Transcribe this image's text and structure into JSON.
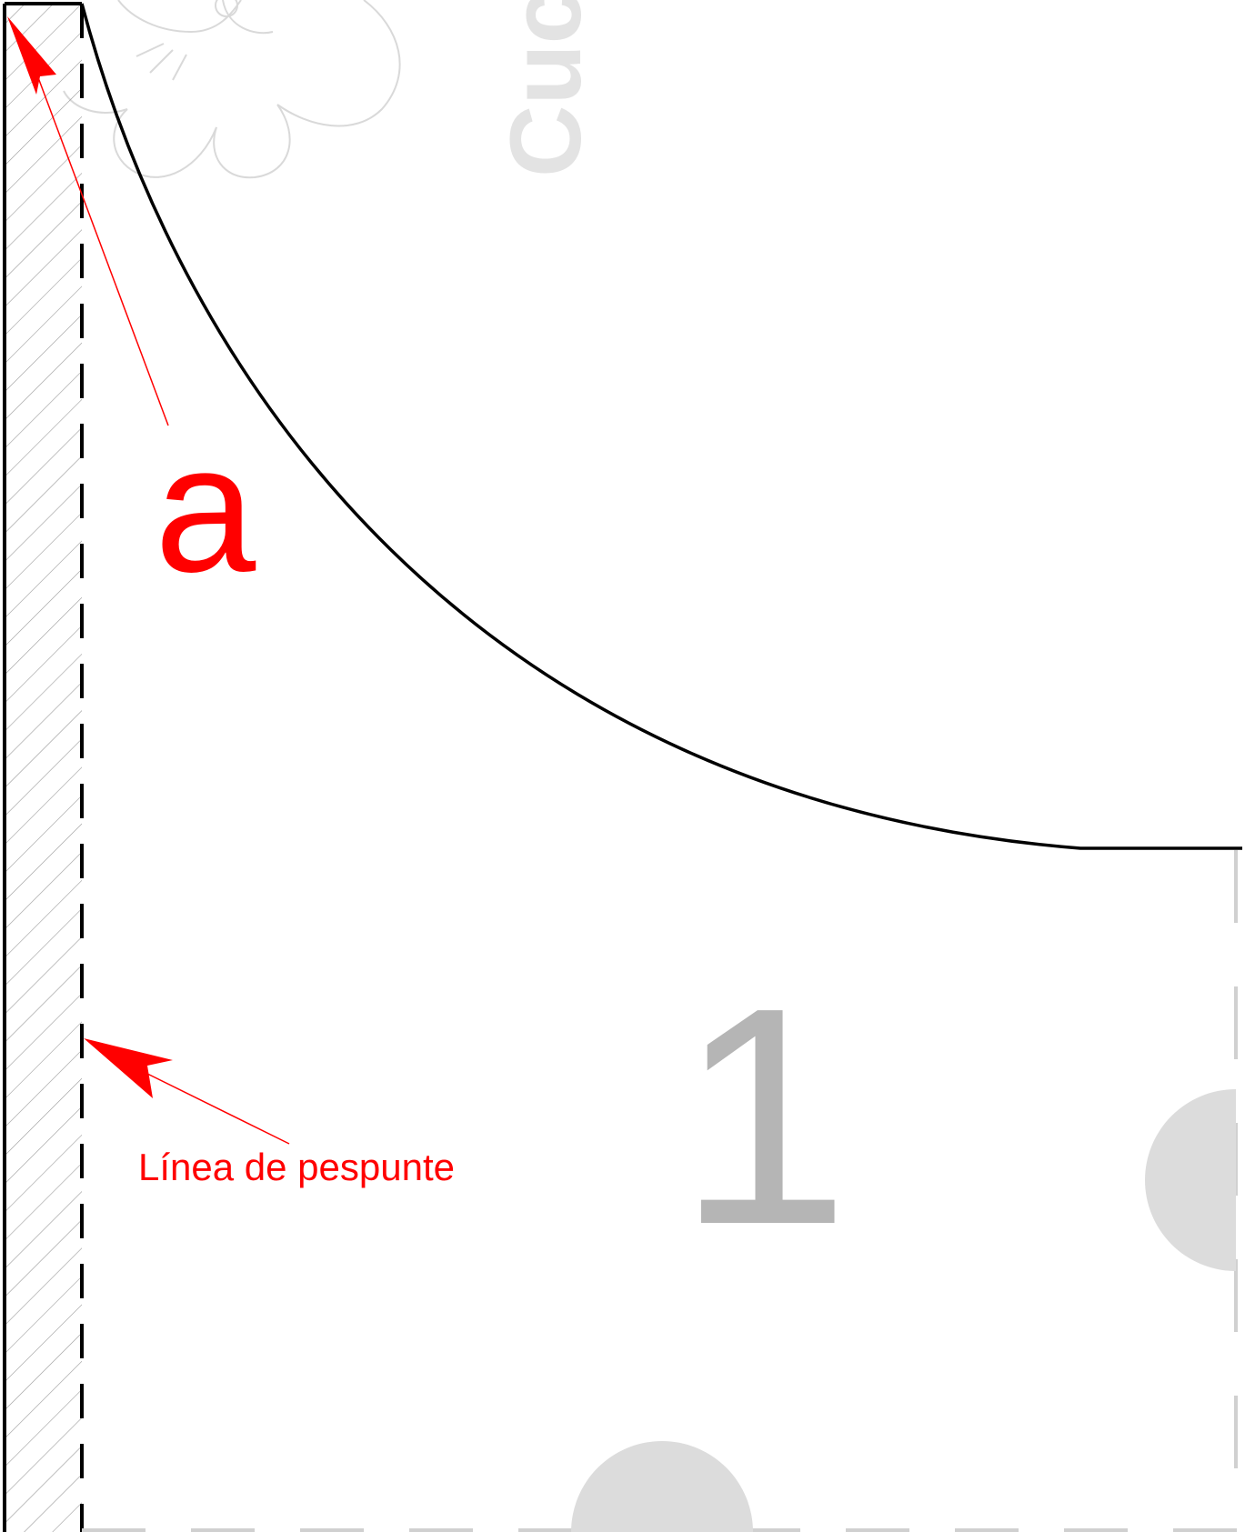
{
  "watermark": {
    "text": "Cuc",
    "color": "#e3e3e3",
    "logo_icon": "flower-logo-icon"
  },
  "labels": {
    "a_label": "a",
    "stitch_line_label": "Línea de pespunte",
    "piece_number": "1"
  },
  "colors": {
    "annotation": "#ff0000",
    "outline": "#000000",
    "piece_number": "#b5b5b5",
    "hatch": "#9a9a9a",
    "circle_marks": "#dcdcdc"
  }
}
